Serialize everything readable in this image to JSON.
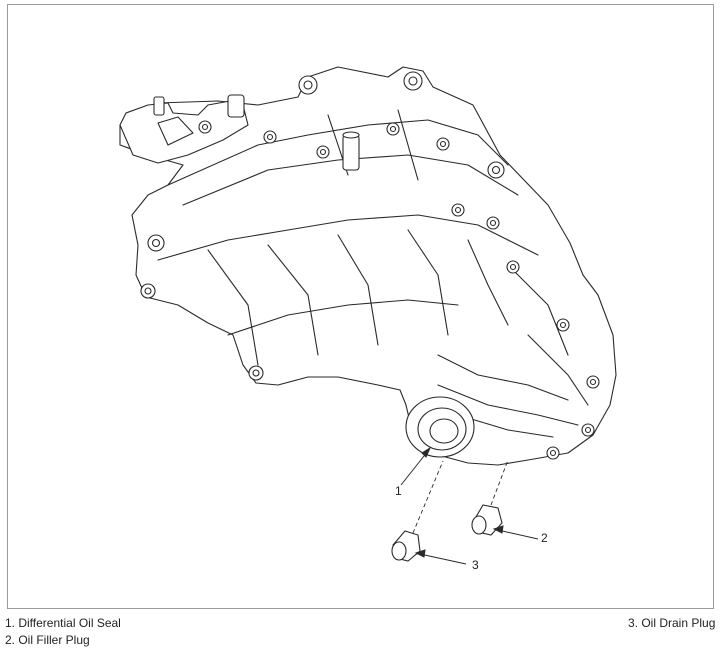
{
  "callouts": [
    {
      "number": "1"
    },
    {
      "number": "2"
    },
    {
      "number": "3"
    }
  ],
  "legend": [
    {
      "text": "1. Differential Oil Seal"
    },
    {
      "text": "2. Oil Filler Plug"
    },
    {
      "text": "3. Oil Drain Plug"
    }
  ],
  "colors": {
    "line": "#2a2a2a",
    "border": "#9a9a9a",
    "background": "#ffffff"
  }
}
